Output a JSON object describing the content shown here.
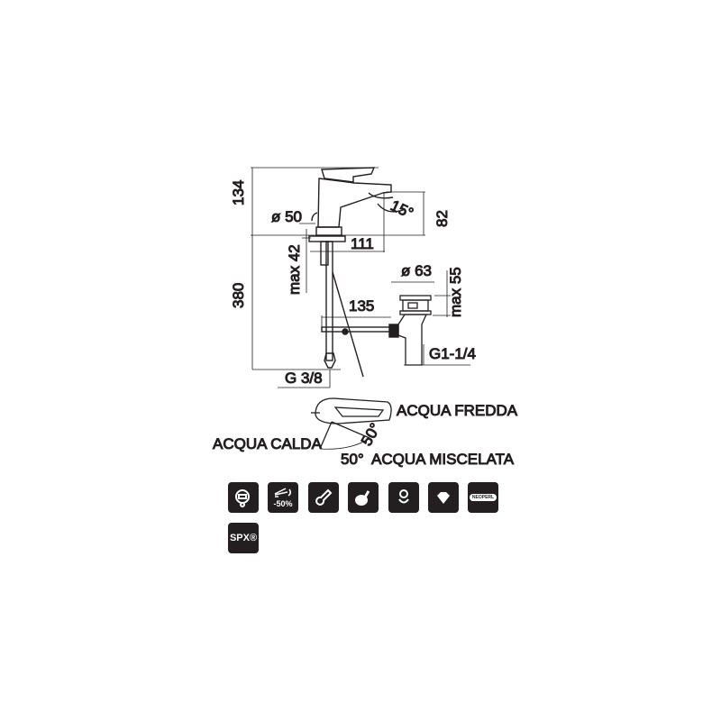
{
  "dimensions": {
    "total_height": "134",
    "spout_height": "82",
    "base_diameter": "ø 50",
    "spout_reach": "111",
    "spout_angle": "15°",
    "deck_thickness": "max 42",
    "hose_length": "380",
    "inlet_thread": "G 3/8",
    "drain_diameter": "ø 63",
    "drain_height": "max 55",
    "rod_length": "135",
    "drain_thread": "G1-1/4"
  },
  "handle_labels": {
    "cold": "ACQUA FREDDA",
    "hot": "ACQUA CALDA",
    "mixed": "ACQUA MISCELATA",
    "angle_hot": "50°",
    "angle_cold": "50°"
  },
  "feature_icons": [
    {
      "name": "diving-mask-icon",
      "text": ""
    },
    {
      "name": "water-saving-icon",
      "text": "-50%"
    },
    {
      "name": "thermometer-icon",
      "text": ""
    },
    {
      "name": "drumstick-icon",
      "text": ""
    },
    {
      "name": "cartridge-icon",
      "text": ""
    },
    {
      "name": "diamond-icon",
      "text": ""
    },
    {
      "name": "neoperl-icon",
      "text": "NEOPERL"
    },
    {
      "name": "spx-icon",
      "text": "SPX®"
    }
  ],
  "colors": {
    "ink": "#231f20"
  }
}
